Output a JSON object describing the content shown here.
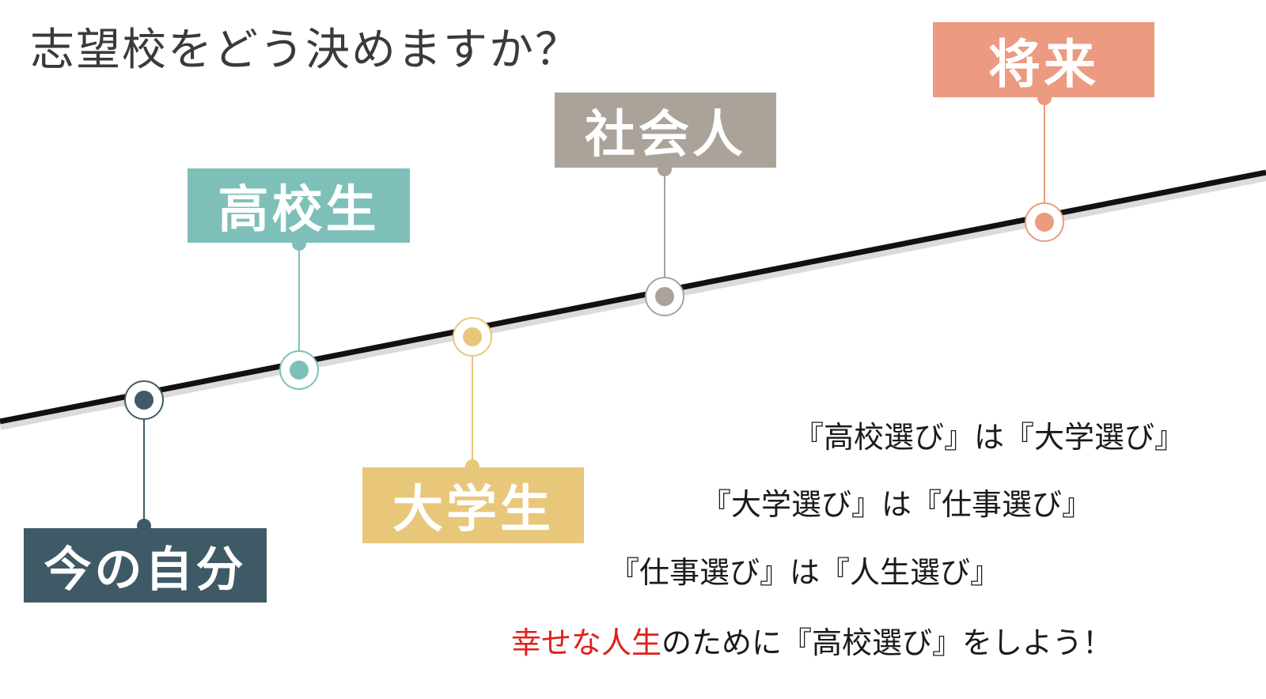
{
  "title": "志望校をどう決めますか？",
  "colors": {
    "line": "#111111",
    "now": "#3e5a66",
    "high": "#7ec0b9",
    "univ": "#e9c77a",
    "work": "#aba29a",
    "future": "#ec9a80",
    "highlight": "#e0201a"
  },
  "stages": [
    {
      "id": "now",
      "label": "今の自分",
      "color": "#3e5a66"
    },
    {
      "id": "high",
      "label": "高校生",
      "color": "#7ec0b9"
    },
    {
      "id": "univ",
      "label": "大学生",
      "color": "#e9c77a"
    },
    {
      "id": "work",
      "label": "社会人",
      "color": "#aba29a"
    },
    {
      "id": "future",
      "label": "将来",
      "color": "#ec9a80"
    }
  ],
  "statements": [
    "『高校選び』は『大学選び』",
    "『大学選び』は『仕事選び』",
    "『仕事選び』は『人生選び』"
  ],
  "conclusion": {
    "highlight": "幸せな人生",
    "rest": "のために『高校選び』をしよう！"
  }
}
